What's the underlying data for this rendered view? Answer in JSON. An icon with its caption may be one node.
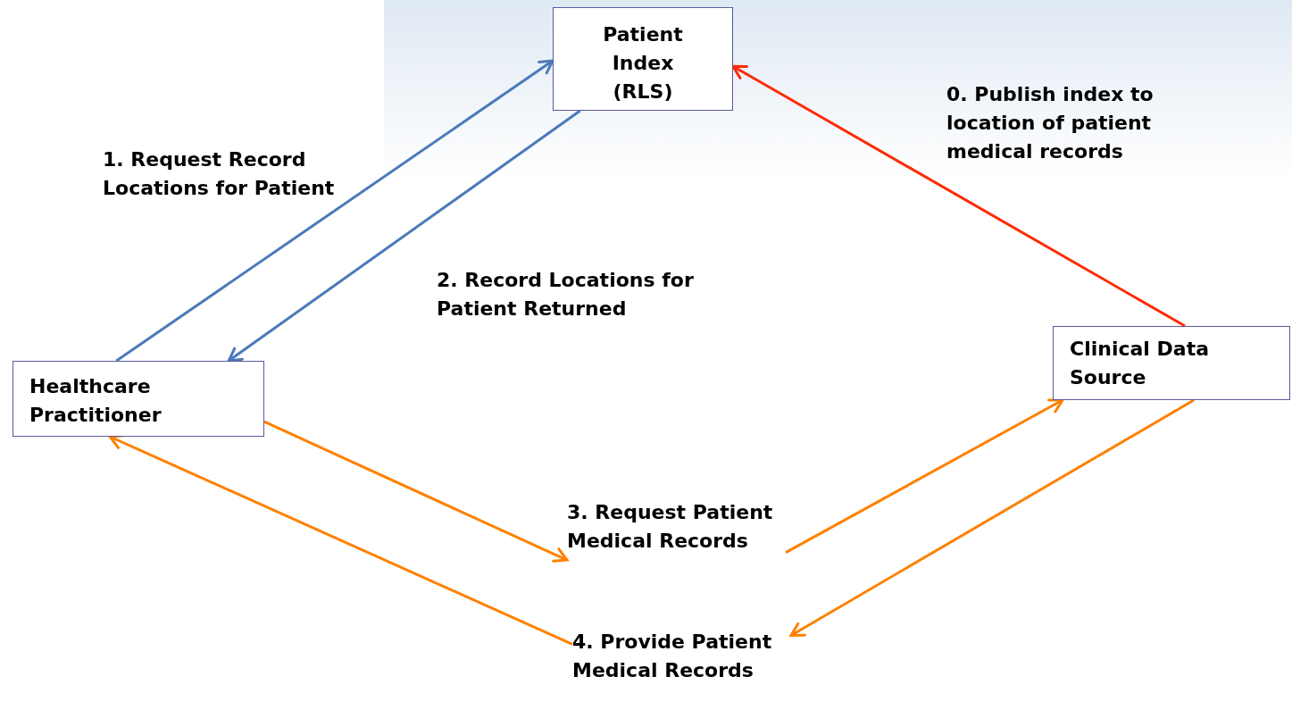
{
  "diagram": {
    "nodes": [
      {
        "text": [
          "Patient Index (RLS)"
        ]
      },
      {
        "text": [
          "Healthcare Practitioner"
        ]
      },
      {
        "text": [
          "Clinical Data Source"
        ]
      },
      {
        "text": [
          "3.  Request Patient Medical Records"
        ]
      },
      {
        "text": [
          "4.  Provide Patient Medical Records"
        ]
      }
    ],
    "edges": [
      {
        "from": 1,
        "to": 0,
        "arrow": "to",
        "label": "1.  Request Record Locations for Patient",
        "color": "#4a7ab8"
      },
      {
        "from": 0,
        "to": 1,
        "arrow": "to",
        "label": "2.  Record Locations for Patient Returned",
        "color": "#4a7ab8"
      },
      {
        "from": 2,
        "to": 0,
        "arrow": "to",
        "label": "0.  Publish index to location of patient medical records",
        "color": "#ff2a00"
      },
      {
        "from": 1,
        "to": 3,
        "arrow": "to"
      },
      {
        "from": 3,
        "to": 2,
        "arrow": "to"
      },
      {
        "from": 2,
        "to": 4,
        "arrow": "to"
      },
      {
        "from": 4,
        "to": 1,
        "arrow": "to"
      }
    ]
  }
}
